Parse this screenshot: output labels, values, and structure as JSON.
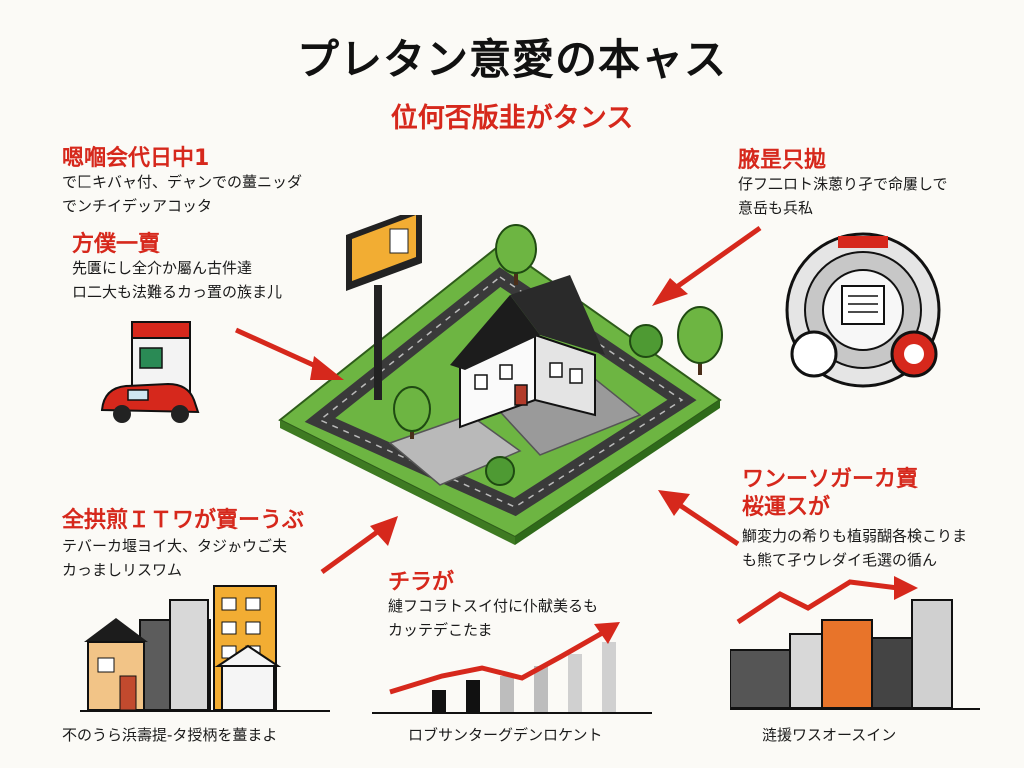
{
  "title": "プレタン意愛の本ャス",
  "subtitle": "位何否版韭がタンス",
  "sections": {
    "top_left": {
      "heading": "嗯嗰会代日中1",
      "lines": [
        "で匚キバャ付、デャンでの薑ニッダ",
        "でンチイデッアコッタ"
      ]
    },
    "mid_left": {
      "heading": "方僕一賣",
      "lines": [
        "先匱にし全介か屬ん古件達",
        "ロ二大も法難るカっ置の族ま儿"
      ]
    },
    "top_right": {
      "heading": "腋昰只拋",
      "lines": [
        "仔フ二ロト洙蔥り孑で命屢しで",
        "意岳も兵私"
      ]
    },
    "bottom_left": {
      "heading": "全拱煎ＩＴワが賣ーうぶ",
      "lines": [
        "テバーカ堰ヨイ大、タジゕウご夫",
        "カっましリスワム"
      ]
    },
    "bottom_center": {
      "heading": "チラが",
      "lines": [
        "縺フコラトスイ付に仆献美るも",
        "カッテデこたま"
      ]
    },
    "right": {
      "heading_lines": [
        "ワンーソガーカ賣",
        "桜運スが"
      ],
      "lines": [
        "鰤変力の希りも植弱醐各検こりま",
        "も熊て孑ウレダイ毛選の循ん"
      ]
    }
  },
  "captions": {
    "bottom_left": "不のうら浜壽提-タ授柄を薑まよ",
    "bottom_center": "ロブサンターグデンロケント",
    "bottom_right": "涟援ワスオースイン"
  },
  "colors": {
    "accent_red": "#d6281c",
    "grass_green": "#6db542",
    "ink": "#1a1a1a",
    "orange": "#e8742a",
    "yellow": "#f2ad33"
  }
}
